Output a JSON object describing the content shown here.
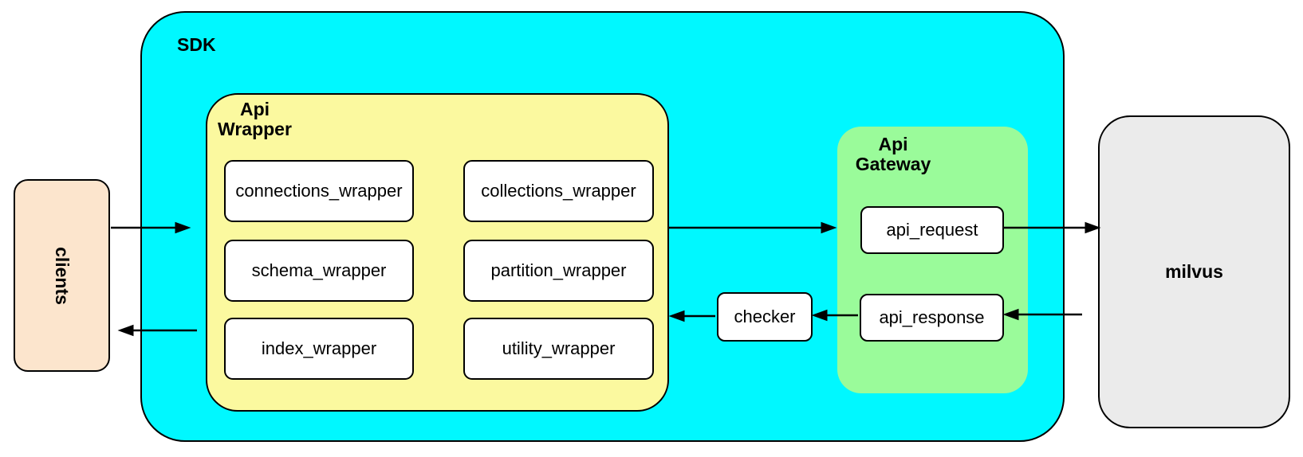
{
  "diagram": {
    "background": "#FFFFFF",
    "nodes": {
      "clients": {
        "label": "clients",
        "fill": "#FCE5CD"
      },
      "sdk": {
        "label": "SDK",
        "fill": "#00F8FF"
      },
      "api_wrapper": {
        "title_lines": [
          "Api",
          "Wrapper"
        ],
        "fill": "#FBF99F",
        "boxes": [
          "connections_wrapper",
          "collections_wrapper",
          "schema_wrapper",
          "partition_wrapper",
          "index_wrapper",
          "utility_wrapper"
        ]
      },
      "checker": {
        "label": "checker",
        "fill": "#FFFFFF"
      },
      "api_gateway": {
        "title_lines": [
          "Api",
          "Gateway"
        ],
        "fill": "#9AFB9A",
        "boxes": [
          "api_request",
          "api_response"
        ]
      },
      "milvus": {
        "label": "milvus",
        "fill": "#EBEBEB"
      }
    },
    "edges": [
      {
        "from": "clients",
        "to": "api_wrapper"
      },
      {
        "from": "api_wrapper",
        "to": "api_gateway"
      },
      {
        "from": "api_request",
        "to": "milvus"
      },
      {
        "from": "milvus",
        "to": "api_response"
      },
      {
        "from": "api_response",
        "to": "checker"
      },
      {
        "from": "checker",
        "to": "api_wrapper"
      },
      {
        "from": "api_wrapper",
        "to": "clients"
      }
    ]
  }
}
